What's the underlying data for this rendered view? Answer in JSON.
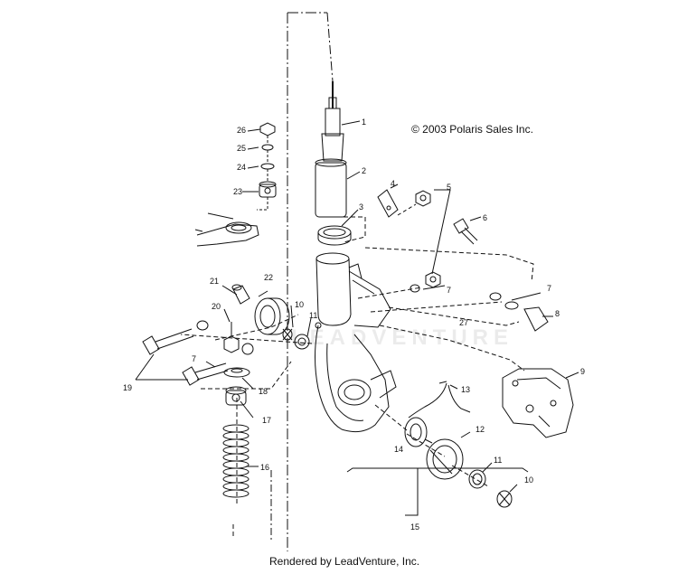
{
  "copyright": "© 2003 Polaris Sales Inc.",
  "rendered_by": "Rendered by LeadVenture, Inc.",
  "watermark": "LEADVENTURE",
  "callouts": {
    "c1": "1",
    "c2": "2",
    "c3": "3",
    "c4": "4",
    "c5": "5",
    "c6": "6",
    "c7a": "7",
    "c7b": "7",
    "c7c": "7",
    "c8": "8",
    "c9": "9",
    "c10a": "10",
    "c10b": "10",
    "c11a": "11",
    "c11b": "11",
    "c12": "12",
    "c13": "13",
    "c14": "14",
    "c15": "15",
    "c16": "16",
    "c17": "17",
    "c18": "18",
    "c19": "19",
    "c20": "20",
    "c21": "21",
    "c22": "22",
    "c23": "23",
    "c24": "24",
    "c25": "25",
    "c26": "26",
    "c27": "27"
  },
  "colors": {
    "ink": "#111111",
    "paper": "#ffffff"
  }
}
